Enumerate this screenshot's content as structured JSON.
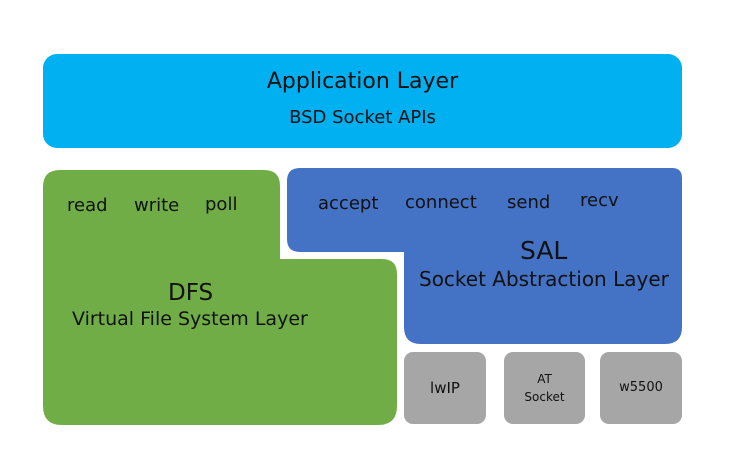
{
  "colors": {
    "app_layer": "#00b0f0",
    "dfs": "#70ad47",
    "sal": "#4472c4",
    "stack": "#a6a6a6",
    "text": "#111111"
  },
  "application_layer": {
    "title": "Application Layer",
    "subtitle": "BSD Socket APIs"
  },
  "dfs": {
    "ops": [
      "read",
      "write",
      "poll"
    ],
    "title": "DFS",
    "subtitle": "Virtual File System Layer"
  },
  "sal": {
    "ops": [
      "accept",
      "connect",
      "send",
      "recv"
    ],
    "title": "SAL",
    "subtitle": "Socket Abstraction Layer"
  },
  "stacks": {
    "lwip": "lwIP",
    "at_line1": "AT",
    "at_line2": "Socket",
    "w5500": "w5500"
  }
}
